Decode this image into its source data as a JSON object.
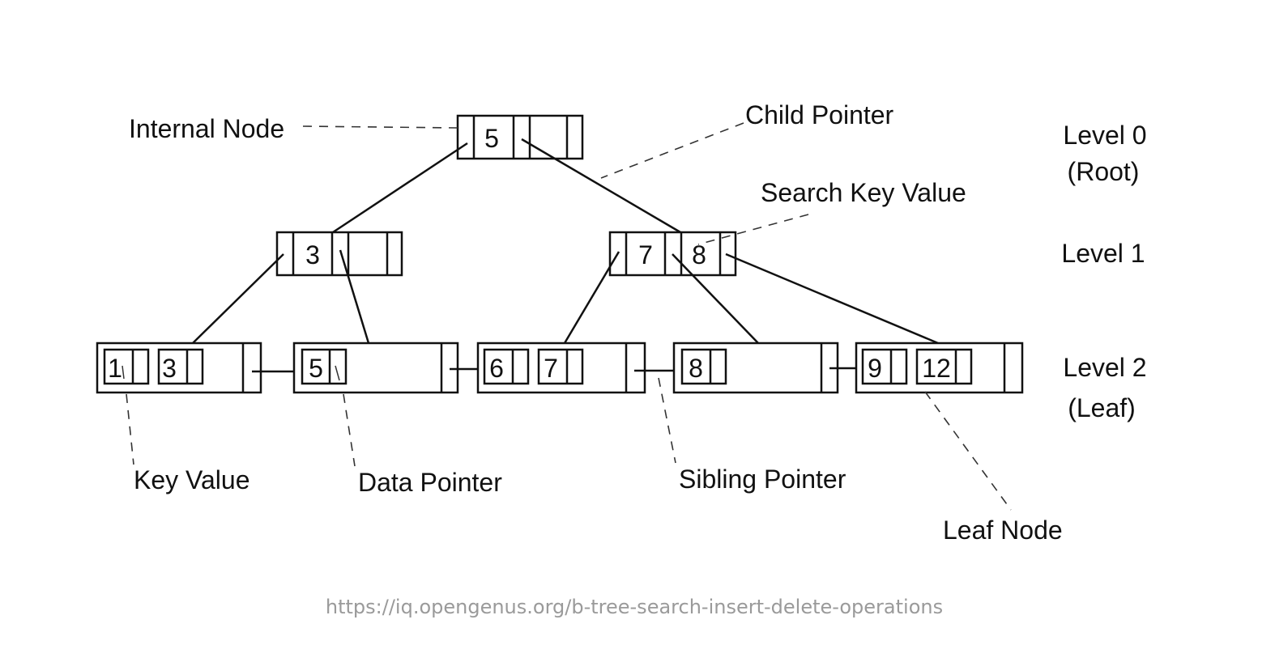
{
  "labels": {
    "internal_node": "Internal Node",
    "child_pointer": "Child Pointer",
    "search_key_value": "Search Key Value",
    "key_value": "Key Value",
    "data_pointer": "Data Pointer",
    "sibling_pointer": "Sibling Pointer",
    "leaf_node": "Leaf Node"
  },
  "levels": {
    "level0": "Level 0",
    "level0_note": "(Root)",
    "level1": "Level 1",
    "level2": "Level 2",
    "level2_note": "(Leaf)"
  },
  "tree": {
    "root": {
      "keys": [
        "5"
      ]
    },
    "level1": [
      {
        "keys": [
          "3"
        ]
      },
      {
        "keys": [
          "7",
          "8"
        ]
      }
    ],
    "leaves": [
      {
        "keys": [
          "1",
          "3"
        ]
      },
      {
        "keys": [
          "5"
        ]
      },
      {
        "keys": [
          "6",
          "7"
        ]
      },
      {
        "keys": [
          "8"
        ]
      },
      {
        "keys": [
          "9",
          "12"
        ]
      }
    ]
  },
  "source_url": "https://iq.opengenus.org/b-tree-search-insert-delete-operations"
}
